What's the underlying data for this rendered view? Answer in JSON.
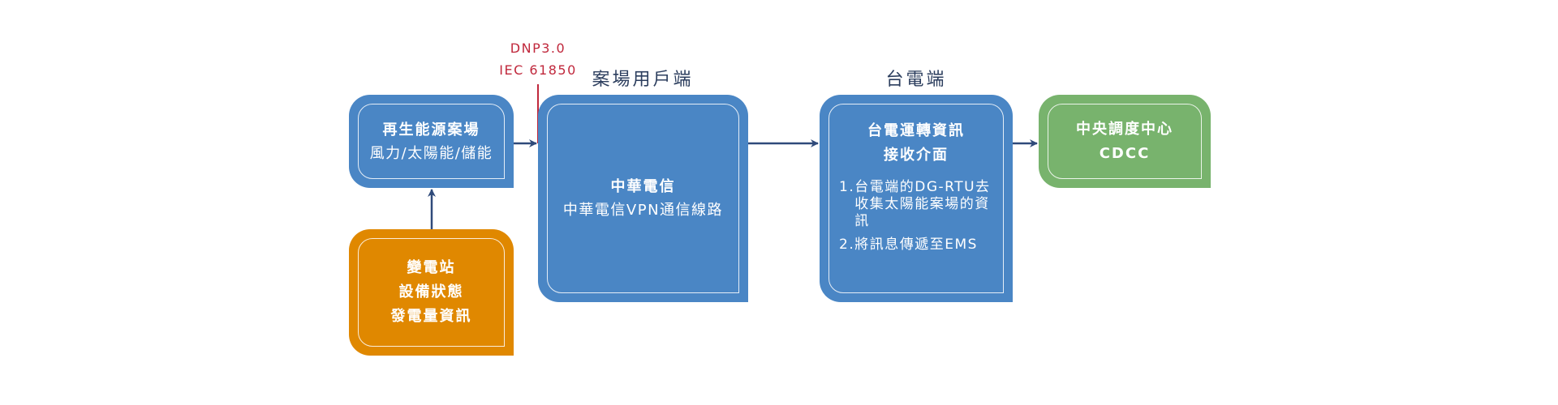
{
  "protocols": [
    "DNP3.0",
    "IEC 61850"
  ],
  "headers": {
    "site_user_side": "案場用戶端",
    "taipower_side": "台電端"
  },
  "renewable_site": {
    "title": "再生能源案場",
    "subtitle": "風力/太陽能/儲能"
  },
  "substation": {
    "lines": [
      "變電站",
      "設備狀態",
      "發電量資訊"
    ]
  },
  "cht": {
    "title": "中華電信",
    "subtitle": "中華電信VPN通信線路"
  },
  "taipower": {
    "title_lines": [
      "台電運轉資訊",
      "接收介面"
    ],
    "items": [
      {
        "num": "1.",
        "text": "台電端的DG-RTU去收集太陽能案場的資訊"
      },
      {
        "num": "2.",
        "text": "將訊息傳遞至EMS"
      }
    ]
  },
  "cdcc": {
    "title": "中央調度中心",
    "subtitle": "CDCC"
  },
  "colors": {
    "blue": "#4a86c5",
    "orange": "#e08800",
    "green": "#78b36d",
    "arrow": "#2f4a7a",
    "protocol": "#c0283c"
  }
}
